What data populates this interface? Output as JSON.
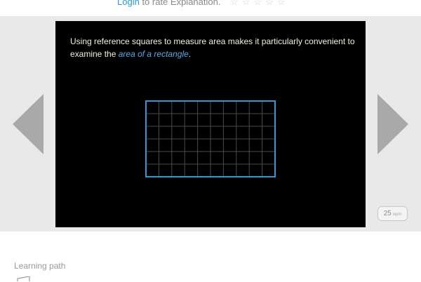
{
  "rating": {
    "login_link": "Login",
    "prompt": "to rate Explanation.",
    "stars_total": 5,
    "stars_filled": 0
  },
  "slide": {
    "text_before": "Using reference squares to measure area makes it particularly convenient to examine the ",
    "link_text": "area of a rectangle",
    "text_after": ".",
    "grid": {
      "columns": 10,
      "rows": 6,
      "line_color": "#4a4a4a",
      "border_color": "#2a9ad8"
    }
  },
  "navigation": {
    "previous_icon": "triangle-left",
    "next_icon": "triangle-right"
  },
  "speed": {
    "value": "25",
    "unit": "wpm"
  },
  "learning_path": {
    "label": "Learning path"
  },
  "colors": {
    "accent": "#2a9ad8",
    "slide_background": "#000000",
    "stage_background": "#e9e9e9"
  }
}
